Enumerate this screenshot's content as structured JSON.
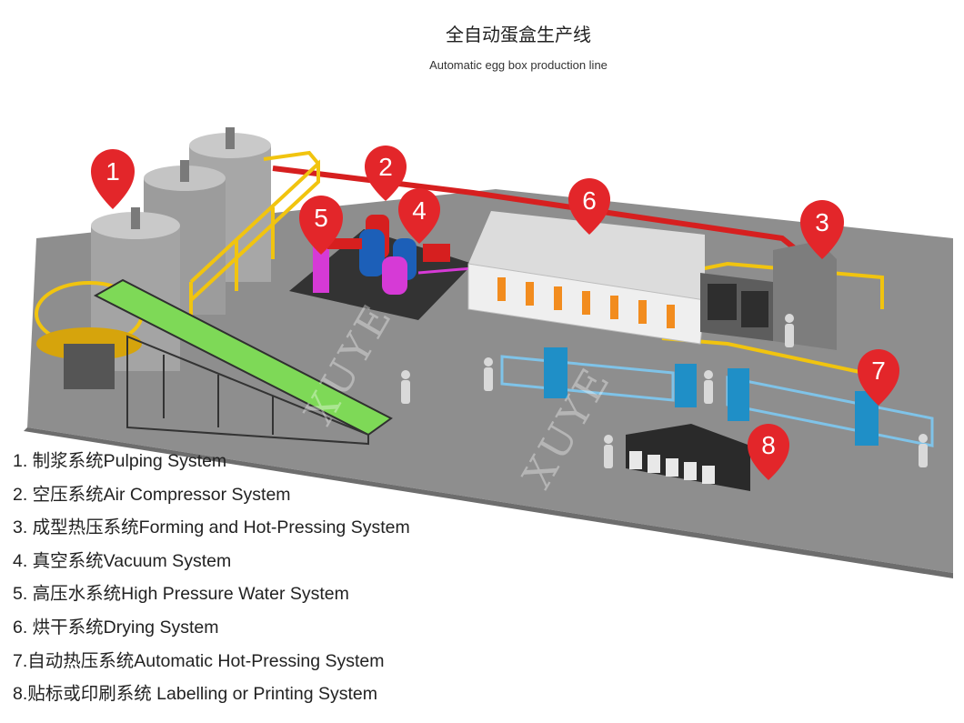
{
  "title": "全自动蛋盒生产线",
  "subtitle": "Automatic egg box production line",
  "watermark": "XUYE",
  "colors": {
    "floor": "#8e8e8e",
    "marker_red": "#e3262a",
    "conveyor_green": "#7ed957",
    "stair_yellow": "#f1c40f",
    "tank_gray": "#a7a7a7",
    "dryer_white": "#efefef",
    "dryer_window": "#f28c1e",
    "press_blue": "#1f8fc7",
    "air_blue": "#1c5fb8",
    "vacuum_magenta": "#d63ad6",
    "pipe_red": "#d61f1f"
  },
  "markers": [
    {
      "num": "1"
    },
    {
      "num": "2"
    },
    {
      "num": "3"
    },
    {
      "num": "4"
    },
    {
      "num": "5"
    },
    {
      "num": "6"
    },
    {
      "num": "7"
    },
    {
      "num": "8"
    }
  ],
  "legend": [
    {
      "text": "1. 制浆系统Pulping System"
    },
    {
      "text": "2. 空压系统Air Compressor System"
    },
    {
      "text": "3. 成型热压系统Forming and Hot-Pressing System"
    },
    {
      "text": "4. 真空系统Vacuum System"
    },
    {
      "text": "5. 高压水系统High Pressure Water System"
    },
    {
      "text": "6. 烘干系统Drying System"
    },
    {
      "text": "7.自动热压系统Automatic Hot-Pressing  System"
    },
    {
      "text": "8.贴标或印刷系统 Labelling or Printing System"
    }
  ]
}
